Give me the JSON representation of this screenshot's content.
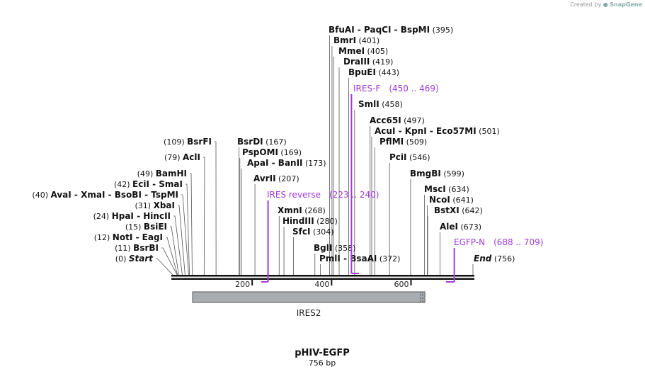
{
  "credit": {
    "created_by": "Created by",
    "brand": "SnapGene"
  },
  "plasmid": {
    "name": "pHIV-EGFP",
    "length_label": "756 bp",
    "length": 756
  },
  "ticks": [
    200,
    400,
    600
  ],
  "features": [
    {
      "name": "IRES2",
      "start": 50,
      "end": 635
    }
  ],
  "primers": [
    {
      "name": "IRES reverse",
      "range": "(223 .. 240)",
      "start": 223,
      "end": 240
    },
    {
      "name": "IRES-F",
      "range": "(450 .. 469)",
      "start": 450,
      "end": 469
    },
    {
      "name": "EGFP-N",
      "range": "(688 .. 709)",
      "start": 688,
      "end": 709
    }
  ],
  "sites": [
    {
      "names": [
        "Start"
      ],
      "pos_label": "(0)",
      "pos": 0,
      "italic": true,
      "side": "left"
    },
    {
      "names": [
        "BsrBI"
      ],
      "pos_label": "(11)",
      "pos": 11,
      "side": "left"
    },
    {
      "names": [
        "NotI",
        "EagI"
      ],
      "pos_label": "(12)",
      "pos": 12,
      "side": "left"
    },
    {
      "names": [
        "BsiEI"
      ],
      "pos_label": "(15)",
      "pos": 15,
      "side": "left"
    },
    {
      "names": [
        "HpaI",
        "HincII"
      ],
      "pos_label": "(24)",
      "pos": 24,
      "side": "left"
    },
    {
      "names": [
        "XbaI"
      ],
      "pos_label": "(31)",
      "pos": 31,
      "side": "left"
    },
    {
      "names": [
        "AvaI",
        "XmaI",
        "BsoBI",
        "TspMI"
      ],
      "pos_label": "(40)",
      "pos": 40,
      "side": "left"
    },
    {
      "names": [
        "EciI",
        "SmaI"
      ],
      "pos_label": "(42)",
      "pos": 42,
      "side": "left"
    },
    {
      "names": [
        "BamHI"
      ],
      "pos_label": "(49)",
      "pos": 49,
      "side": "left"
    },
    {
      "names": [
        "AclI"
      ],
      "pos_label": "(79)",
      "pos": 79,
      "side": "left"
    },
    {
      "names": [
        "BsrFI"
      ],
      "pos_label": "(109)",
      "pos": 109,
      "side": "left"
    },
    {
      "names": [
        "BsrDI"
      ],
      "pos_label": "(167)",
      "pos": 167,
      "side": "right"
    },
    {
      "names": [
        "PspOMI"
      ],
      "pos_label": "(169)",
      "pos": 169,
      "side": "right"
    },
    {
      "names": [
        "ApaI",
        "BanII"
      ],
      "pos_label": "(173)",
      "pos": 173,
      "side": "right"
    },
    {
      "names": [
        "AvrII"
      ],
      "pos_label": "(207)",
      "pos": 207,
      "side": "right"
    },
    {
      "names": [
        "XmnI"
      ],
      "pos_label": "(268)",
      "pos": 268,
      "side": "right"
    },
    {
      "names": [
        "HindIII"
      ],
      "pos_label": "(280)",
      "pos": 280,
      "side": "right"
    },
    {
      "names": [
        "SfcI"
      ],
      "pos_label": "(304)",
      "pos": 304,
      "side": "right"
    },
    {
      "names": [
        "BglI"
      ],
      "pos_label": "(358)",
      "pos": 358,
      "side": "right"
    },
    {
      "names": [
        "PmlI",
        "BsaAI"
      ],
      "pos_label": "(372)",
      "pos": 372,
      "side": "right"
    },
    {
      "names": [
        "BfuAI",
        "PaqCI",
        "BspMI"
      ],
      "pos_label": "(395)",
      "pos": 395,
      "side": "right"
    },
    {
      "names": [
        "BmrI"
      ],
      "pos_label": "(401)",
      "pos": 401,
      "side": "right"
    },
    {
      "names": [
        "MmeI"
      ],
      "pos_label": "(405)",
      "pos": 405,
      "side": "right"
    },
    {
      "names": [
        "DraIII"
      ],
      "pos_label": "(419)",
      "pos": 419,
      "side": "right"
    },
    {
      "names": [
        "BpuEI"
      ],
      "pos_label": "(443)",
      "pos": 443,
      "side": "right"
    },
    {
      "names": [
        "SmlI"
      ],
      "pos_label": "(458)",
      "pos": 458,
      "side": "right"
    },
    {
      "names": [
        "Acc65I"
      ],
      "pos_label": "(497)",
      "pos": 497,
      "side": "right"
    },
    {
      "names": [
        "AcuI",
        "KpnI",
        "Eco57MI"
      ],
      "pos_label": "(501)",
      "pos": 501,
      "side": "right"
    },
    {
      "names": [
        "PflMI"
      ],
      "pos_label": "(509)",
      "pos": 509,
      "side": "right"
    },
    {
      "names": [
        "PciI"
      ],
      "pos_label": "(546)",
      "pos": 546,
      "side": "right"
    },
    {
      "names": [
        "BmgBI"
      ],
      "pos_label": "(599)",
      "pos": 599,
      "side": "right"
    },
    {
      "names": [
        "MscI"
      ],
      "pos_label": "(634)",
      "pos": 634,
      "side": "right"
    },
    {
      "names": [
        "NcoI"
      ],
      "pos_label": "(641)",
      "pos": 641,
      "side": "right"
    },
    {
      "names": [
        "BstXI"
      ],
      "pos_label": "(642)",
      "pos": 642,
      "side": "right"
    },
    {
      "names": [
        "AleI"
      ],
      "pos_label": "(673)",
      "pos": 673,
      "side": "right"
    },
    {
      "names": [
        "End"
      ],
      "pos_label": "(756)",
      "pos": 756,
      "italic": true,
      "side": "right"
    }
  ],
  "colors": {
    "backbone": "#111111",
    "primer": "#a23bd6",
    "feature_fill": "#a9adb2",
    "feature_stroke": "#555555",
    "leader": "#555555"
  }
}
